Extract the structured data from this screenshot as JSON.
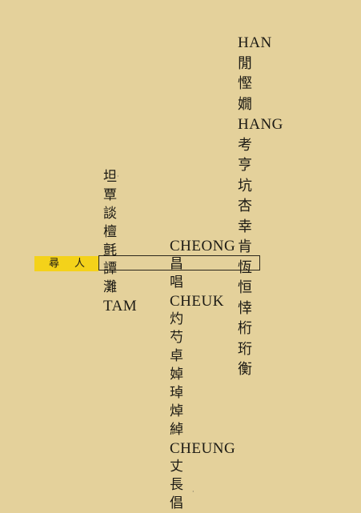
{
  "index_label": {
    "left": "尋",
    "right": "人"
  },
  "col_tam": {
    "chars": [
      "坦",
      "覃",
      "談",
      "檀",
      "氈",
      "譚",
      "灘"
    ],
    "romanization": "TAM"
  },
  "col_cheong": {
    "romanization_1": "CHEONG",
    "chars_1": [
      "昌",
      "唱"
    ],
    "romanization_2": "CHEUK",
    "chars_2": [
      "灼",
      "芍",
      "卓",
      "婥",
      "琸",
      "焯",
      "綽"
    ],
    "romanization_3": "CHEUNG",
    "chars_3": [
      "丈",
      "長",
      "倡"
    ]
  },
  "col_han": {
    "romanization_1": "HAN",
    "chars_1": [
      "閒",
      "慳",
      "嫺"
    ],
    "romanization_2": "HANG",
    "chars_2": [
      "考",
      "亨",
      "坑",
      "杏",
      "幸",
      "肯",
      "恆",
      "恒",
      "悻",
      "桁",
      "珩",
      "衡"
    ]
  }
}
